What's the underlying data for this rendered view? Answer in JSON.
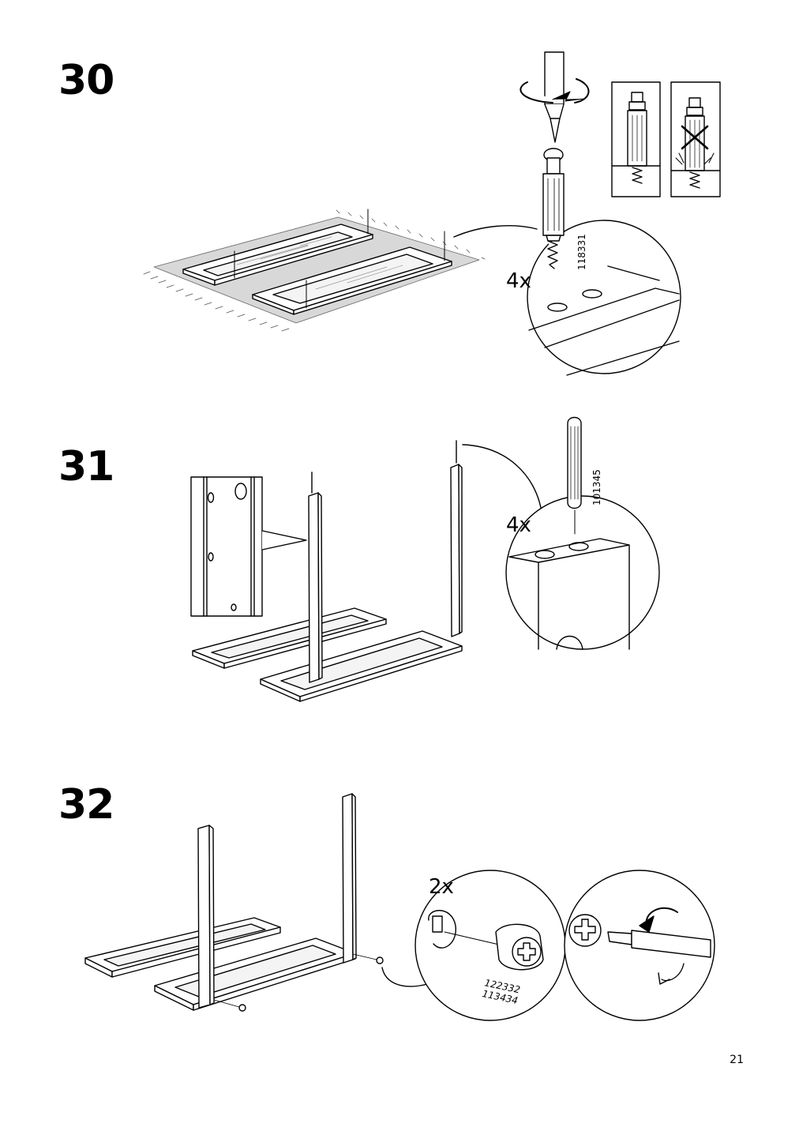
{
  "steps": [
    {
      "number": "30",
      "quantity": "4x",
      "part_number": "118331"
    },
    {
      "number": "31",
      "quantity": "4x",
      "part_number": "101345"
    },
    {
      "number": "32",
      "quantity": "2x",
      "part_numbers": [
        "122332",
        "113434"
      ]
    }
  ],
  "page_number": "21"
}
